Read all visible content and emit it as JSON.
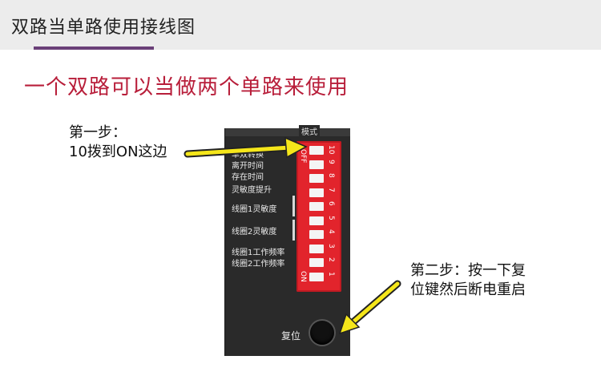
{
  "header": {
    "title": "双路当单路使用接线图"
  },
  "headline": "一个双路可以当做两个单路来使用",
  "device": {
    "mode_label": "模式",
    "labels": [
      "单双转换",
      "离开时间",
      "存在时间",
      "灵敏度提升",
      "线圈1灵敏度",
      "线圈2灵敏度",
      "线圈1工作频率",
      "线圈2工作频率"
    ],
    "dip_off": "OFF",
    "dip_on": "ON",
    "switch_numbers": [
      "10",
      "9",
      "8",
      "7",
      "6",
      "5",
      "4",
      "3",
      "2",
      "1"
    ],
    "reset_label": "复位"
  },
  "step1": {
    "line1": "第一步：",
    "line2": "10拨到ON这边"
  },
  "step2": {
    "line1": "第二步：按一下复",
    "line2": "位键然后断电重启"
  },
  "colors": {
    "arrow": "#f5e61a",
    "dip": "#e2242c",
    "headline": "#b81e3a",
    "accent": "#6a3f78"
  }
}
